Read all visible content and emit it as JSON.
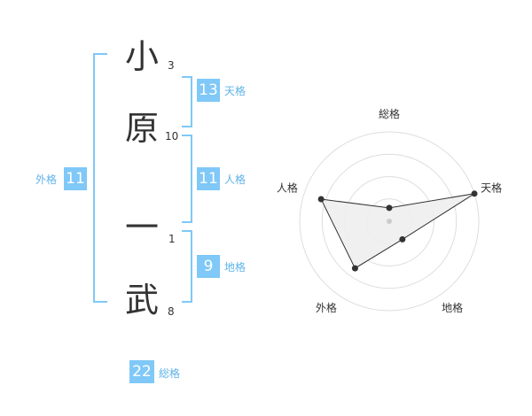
{
  "colors": {
    "accent": "#7fc8f8",
    "accent_text": "#5fb3e8",
    "text": "#333333",
    "grid": "#dddddd",
    "fill": "#eeeeee"
  },
  "name": {
    "chars": [
      {
        "char": "小",
        "strokes": "3"
      },
      {
        "char": "原",
        "strokes": "10"
      },
      {
        "char": "一",
        "strokes": "1"
      },
      {
        "char": "武",
        "strokes": "8"
      }
    ]
  },
  "fortune": {
    "tenkaku": {
      "label": "天格",
      "value": "13"
    },
    "jinkaku": {
      "label": "人格",
      "value": "11"
    },
    "chikaku": {
      "label": "地格",
      "value": "9"
    },
    "gaikaku": {
      "label": "外格",
      "value": "11"
    },
    "soukaku": {
      "label": "総格",
      "value": "22"
    }
  },
  "chart_data": {
    "type": "radar",
    "axes": [
      "総格",
      "天格",
      "地格",
      "外格",
      "人格"
    ],
    "values": [
      0.15,
      1.0,
      0.25,
      0.65,
      0.8
    ],
    "rings": 4,
    "scale": [
      0,
      1
    ]
  }
}
